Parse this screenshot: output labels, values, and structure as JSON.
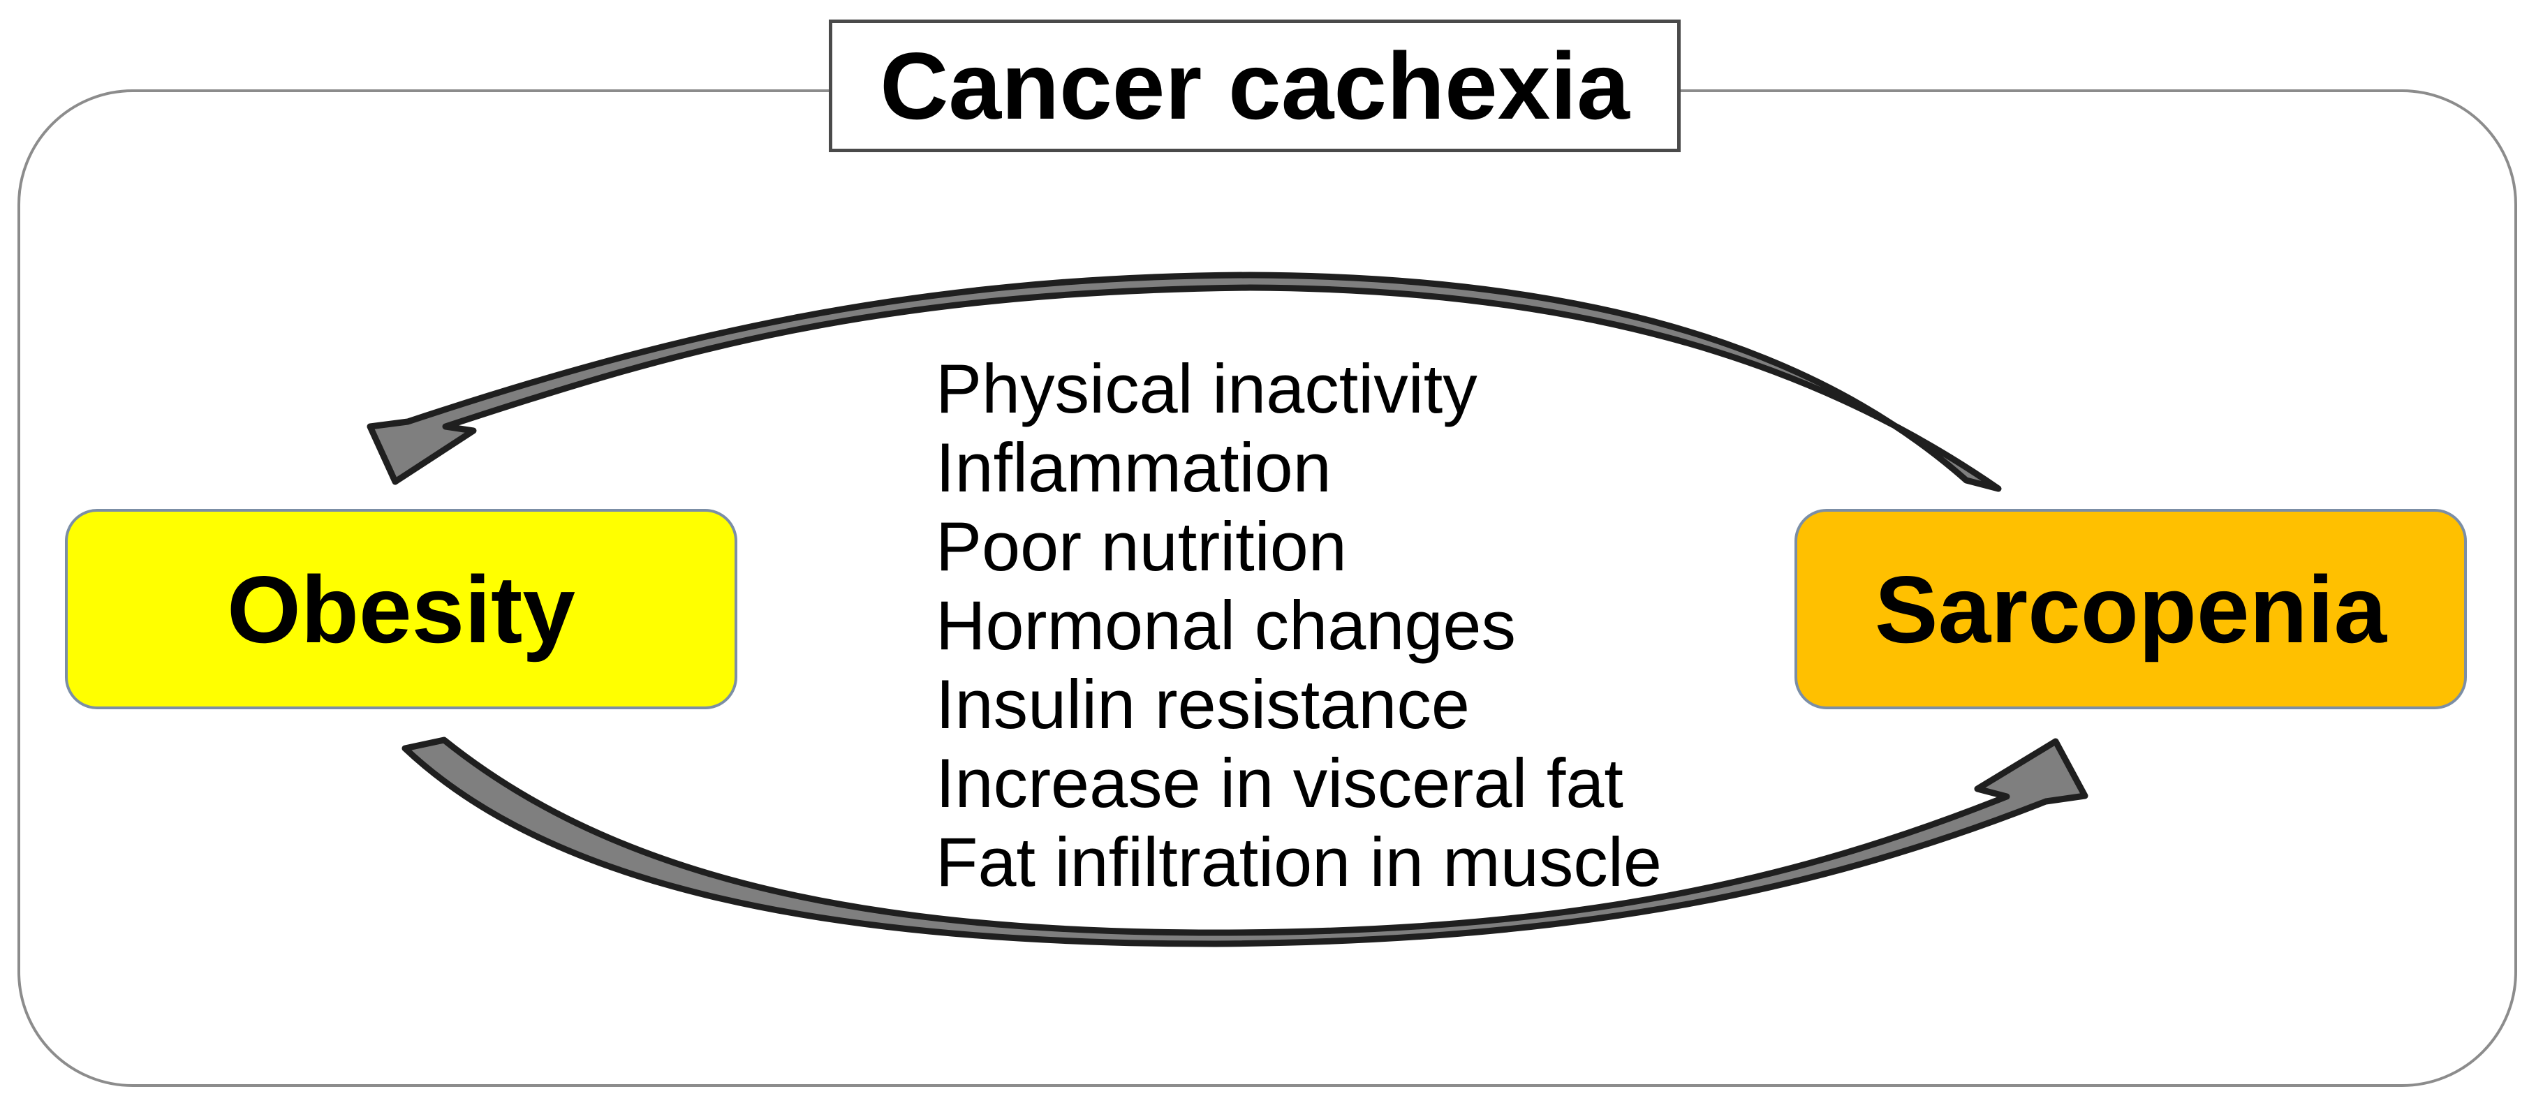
{
  "title": {
    "label": "Cancer cachexia"
  },
  "nodes": {
    "obesity": {
      "label": "Obesity",
      "fill": "#ffff00",
      "border": "#7b8ea6"
    },
    "sarcopenia": {
      "label": "Sarcopenia",
      "fill": "#ffc000",
      "border": "#7b8ea6"
    }
  },
  "factors": {
    "items": [
      "Physical inactivity",
      "Inflammation",
      "Poor nutrition",
      "Hormonal changes",
      "Insulin resistance",
      "Increase in visceral fat",
      "Fat infiltration in muscle"
    ]
  },
  "arrows": {
    "top": {
      "direction": "sarcopenia to obesity",
      "fill": "#7f7f7f",
      "outline": "#1f1f1f"
    },
    "bottom": {
      "direction": "obesity to sarcopenia",
      "fill": "#7f7f7f",
      "outline": "#1f1f1f"
    }
  },
  "frame": {
    "border_color": "#8c8c8c",
    "background": "#ffffff"
  }
}
